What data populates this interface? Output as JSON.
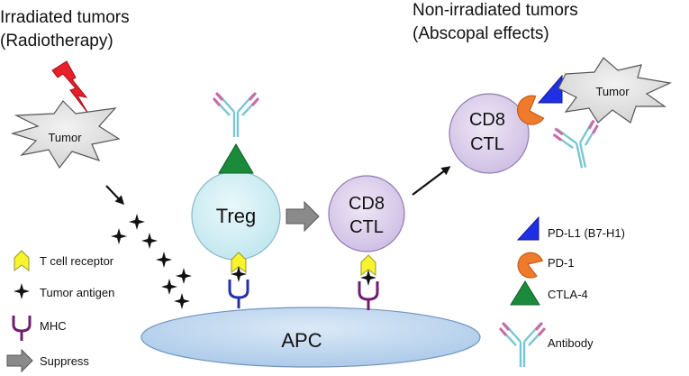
{
  "titles": {
    "irradiated_line1": "Irradiated tumors",
    "irradiated_line2": "(Radiotherapy)",
    "nonirradiated_line1": "Non-irradiated tumors",
    "nonirradiated_line2": "(Abscopal effects)"
  },
  "nodes": {
    "tumor_left": "Tumor",
    "tumor_right": "Tumor",
    "treg": "Treg",
    "cd8_middle_line1": "CD8",
    "cd8_middle_line2": "CTL",
    "cd8_top_line1": "CD8",
    "cd8_top_line2": "CTL",
    "apc": "APC"
  },
  "legend_left": [
    {
      "icon": "t-cell-receptor-icon",
      "label": "T cell receptor"
    },
    {
      "icon": "tumor-antigen-icon",
      "label": "Tumor antigen"
    },
    {
      "icon": "mhc-icon",
      "label": "MHC"
    },
    {
      "icon": "suppress-arrow-icon",
      "label": "Suppress"
    }
  ],
  "legend_right": [
    {
      "icon": "pd-l1-icon",
      "label": "PD-L1 (B7-H1)"
    },
    {
      "icon": "pd-1-icon",
      "label": "PD-1"
    },
    {
      "icon": "ctla-4-icon",
      "label": "CTLA-4"
    },
    {
      "icon": "antibody-icon",
      "label": "Antibody"
    }
  ],
  "colors": {
    "cell_fill_treg": "#cdeef3",
    "cell_fill_cd8": "#ddd0ea",
    "apc_fill": "#bcd6ee",
    "tumor_fill": "#e3e3e3",
    "lightning": "#e8202a",
    "tcr_yellow": "#f7f32f",
    "mhc_blue": "#2431a8",
    "mhc_purple": "#6f1e6e",
    "pd_l1_blue": "#1f2fe6",
    "pd_1_orange": "#f07a2b",
    "ctla4_green": "#1b8a3a",
    "antibody_cyan": "#7ac6d0",
    "antibody_pink": "#c86aa7",
    "suppress_gray": "#8a8a8a"
  }
}
